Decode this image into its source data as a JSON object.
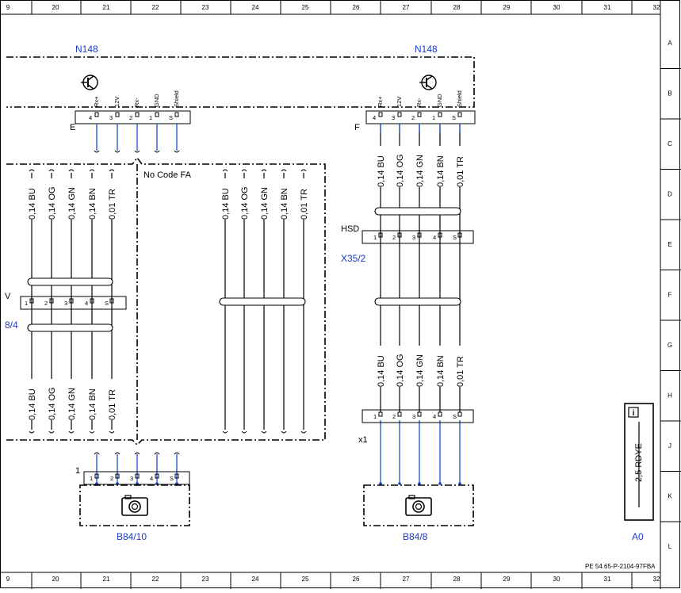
{
  "grid_cols": [
    "9",
    "20",
    "21",
    "22",
    "23",
    "24",
    "25",
    "26",
    "27",
    "28",
    "29",
    "30",
    "31",
    "32"
  ],
  "grid_rows": [
    "A",
    "B",
    "C",
    "D",
    "E",
    "F",
    "G",
    "H",
    "J",
    "K",
    "L"
  ],
  "components": {
    "n148_left": "N148",
    "n148_right": "N148",
    "conn_e": "E",
    "conn_f": "F",
    "hsd": "HSD",
    "x35_2": "X35/2",
    "left_v": "V",
    "left_8_4": "8/4",
    "x1": "x1",
    "conn_1": "1",
    "b84_10": "B84/10",
    "b84_8": "B84/8",
    "a0": "A0",
    "no_code": "No Code FA"
  },
  "pin_signals": [
    "Rx+",
    "12V",
    "Rx-",
    "GND",
    "Shield"
  ],
  "pin_nums": [
    "4",
    "3",
    "2",
    "1",
    "S"
  ],
  "conn_pin_nums": [
    "1",
    "2",
    "3",
    "4",
    "S"
  ],
  "wires": [
    "0,14 BU",
    "0,14 OG",
    "0,14 GN",
    "0,14 BN",
    "0,01 TR"
  ],
  "a0_wire": "2,5 RDYE",
  "info_icon": "i",
  "doc_ref": "PE 54.65-P-2104-97FBA"
}
